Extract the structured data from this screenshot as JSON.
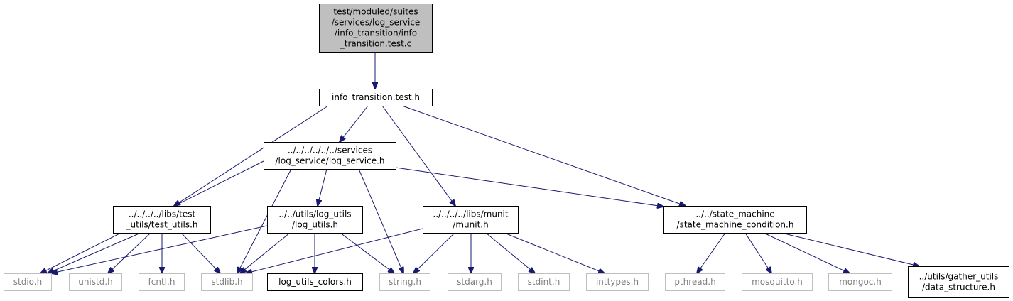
{
  "colors": {
    "edge": "#191970",
    "root_fill": "#bfbfbf",
    "node_border": "#000000",
    "external_border": "#bfbfbf",
    "external_text": "#7f7f7f",
    "text": "#000000"
  },
  "nodes": [
    {
      "id": "root",
      "lines": [
        "test/moduled/suites",
        "/services/log_service",
        "/info_transition/info",
        "_transition.test.c"
      ],
      "kind": "root"
    },
    {
      "id": "info_transition_test_h",
      "lines": [
        "info_transition.test.h"
      ],
      "kind": "header"
    },
    {
      "id": "log_service_h",
      "lines": [
        "../../../../../../services",
        "/log_service/log_service.h"
      ],
      "kind": "header"
    },
    {
      "id": "test_utils_h",
      "lines": [
        "../../../../libs/test",
        "_utils/test_utils.h"
      ],
      "kind": "header"
    },
    {
      "id": "log_utils_h",
      "lines": [
        "../../utils/log_utils",
        "/log_utils.h"
      ],
      "kind": "header"
    },
    {
      "id": "munit_h",
      "lines": [
        "../../../../libs/munit",
        "/munit.h"
      ],
      "kind": "header"
    },
    {
      "id": "state_machine_condition_h",
      "lines": [
        "../../state_machine",
        "/state_machine_condition.h"
      ],
      "kind": "header"
    },
    {
      "id": "stdio_h",
      "lines": [
        "stdio.h"
      ],
      "kind": "external"
    },
    {
      "id": "unistd_h",
      "lines": [
        "unistd.h"
      ],
      "kind": "external"
    },
    {
      "id": "fcntl_h",
      "lines": [
        "fcntl.h"
      ],
      "kind": "external"
    },
    {
      "id": "stdlib_h",
      "lines": [
        "stdlib.h"
      ],
      "kind": "external"
    },
    {
      "id": "log_utils_colors_h",
      "lines": [
        "log_utils_colors.h"
      ],
      "kind": "header"
    },
    {
      "id": "string_h",
      "lines": [
        "string.h"
      ],
      "kind": "external"
    },
    {
      "id": "stdarg_h",
      "lines": [
        "stdarg.h"
      ],
      "kind": "external"
    },
    {
      "id": "stdint_h",
      "lines": [
        "stdint.h"
      ],
      "kind": "external"
    },
    {
      "id": "inttypes_h",
      "lines": [
        "inttypes.h"
      ],
      "kind": "external"
    },
    {
      "id": "pthread_h",
      "lines": [
        "pthread.h"
      ],
      "kind": "external"
    },
    {
      "id": "mosquitto_h",
      "lines": [
        "mosquitto.h"
      ],
      "kind": "external"
    },
    {
      "id": "mongoc_h",
      "lines": [
        "mongoc.h"
      ],
      "kind": "external"
    },
    {
      "id": "data_structure_h",
      "lines": [
        "../utils/gather_utils",
        "/data_structure.h"
      ],
      "kind": "header"
    }
  ],
  "edges": [
    {
      "from": "root",
      "to": "info_transition_test_h"
    },
    {
      "from": "info_transition_test_h",
      "to": "log_service_h"
    },
    {
      "from": "info_transition_test_h",
      "to": "test_utils_h"
    },
    {
      "from": "info_transition_test_h",
      "to": "munit_h"
    },
    {
      "from": "info_transition_test_h",
      "to": "state_machine_condition_h"
    },
    {
      "from": "log_service_h",
      "to": "stdio_h"
    },
    {
      "from": "log_service_h",
      "to": "stdlib_h"
    },
    {
      "from": "log_service_h",
      "to": "log_utils_h"
    },
    {
      "from": "log_service_h",
      "to": "string_h"
    },
    {
      "from": "log_service_h",
      "to": "state_machine_condition_h"
    },
    {
      "from": "test_utils_h",
      "to": "stdio_h"
    },
    {
      "from": "test_utils_h",
      "to": "unistd_h"
    },
    {
      "from": "test_utils_h",
      "to": "fcntl_h"
    },
    {
      "from": "test_utils_h",
      "to": "stdlib_h"
    },
    {
      "from": "log_utils_h",
      "to": "stdio_h"
    },
    {
      "from": "log_utils_h",
      "to": "stdlib_h"
    },
    {
      "from": "log_utils_h",
      "to": "log_utils_colors_h"
    },
    {
      "from": "log_utils_h",
      "to": "string_h"
    },
    {
      "from": "munit_h",
      "to": "stdlib_h"
    },
    {
      "from": "munit_h",
      "to": "string_h"
    },
    {
      "from": "munit_h",
      "to": "stdarg_h"
    },
    {
      "from": "munit_h",
      "to": "stdint_h"
    },
    {
      "from": "munit_h",
      "to": "inttypes_h"
    },
    {
      "from": "state_machine_condition_h",
      "to": "pthread_h"
    },
    {
      "from": "state_machine_condition_h",
      "to": "mosquitto_h"
    },
    {
      "from": "state_machine_condition_h",
      "to": "mongoc_h"
    },
    {
      "from": "state_machine_condition_h",
      "to": "data_structure_h"
    }
  ]
}
